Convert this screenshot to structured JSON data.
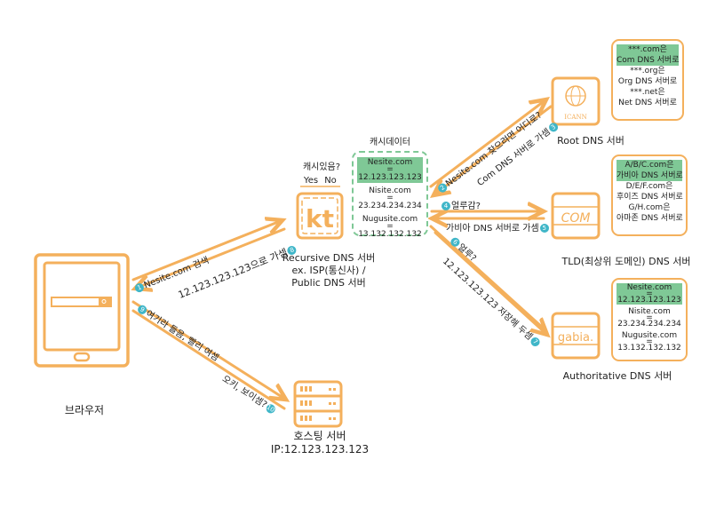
{
  "colors": {
    "accent": "#f4b05c",
    "cache_border": "#7fc896",
    "highlight": "#7fc896",
    "step_badge": "#3fb6c8"
  },
  "nodes": {
    "browser": {
      "label": "브라우저",
      "icon": "tablet-browser-icon"
    },
    "recursive": {
      "label_lines": [
        "Recursive DNS 서버",
        "ex. ISP(통신사) /",
        "Public DNS 서버"
      ],
      "logo": "kt",
      "cache_question": "캐시있음?",
      "yes": "Yes",
      "no": "No"
    },
    "hosting": {
      "label_lines": [
        "호스팅 서버",
        "IP:12.123.123.123"
      ]
    },
    "root": {
      "label": "Root DNS 서버",
      "logo": "ICANN"
    },
    "tld": {
      "label": "TLD(최상위 도메인) DNS 서버",
      "logo": "COM"
    },
    "authoritative": {
      "label": "Authoritative DNS 서버",
      "logo": "gabia."
    }
  },
  "cache": {
    "title": "캐시데이터",
    "entries": [
      {
        "domain": "Nesite.com",
        "eq": "=",
        "ip": "12.123.123.123",
        "highlight": true
      },
      {
        "domain": "Nisite.com",
        "eq": "=",
        "ip": "23.234.234.234",
        "highlight": false
      },
      {
        "domain": "Nugusite.com",
        "eq": "=",
        "ip": "13.132.132.132",
        "highlight": false
      }
    ]
  },
  "bubbles": {
    "root": [
      {
        "text": "***.com은",
        "highlight": true
      },
      {
        "text": "Com DNS 서버로",
        "highlight": true
      },
      {
        "text": "***.org은",
        "highlight": false
      },
      {
        "text": "Org DNS 서버로",
        "highlight": false
      },
      {
        "text": "***.net은",
        "highlight": false
      },
      {
        "text": "Net DNS 서버로",
        "highlight": false
      }
    ],
    "tld": [
      {
        "text": "A/B/C.com은",
        "highlight": true
      },
      {
        "text": "가비아 DNS 서버로",
        "highlight": true
      },
      {
        "text": "D/E/F.com은",
        "highlight": false
      },
      {
        "text": "후이즈 DNS 서버로",
        "highlight": false
      },
      {
        "text": "G/H.com은",
        "highlight": false
      },
      {
        "text": "아마존 DNS 서버로",
        "highlight": false
      }
    ],
    "authoritative": [
      {
        "text": "Nesite.com",
        "highlight": true
      },
      {
        "text": "=",
        "highlight": true
      },
      {
        "text": "12.123.123.123",
        "highlight": true
      },
      {
        "text": "Nisite.com",
        "highlight": false
      },
      {
        "text": "=",
        "highlight": false
      },
      {
        "text": "23.234.234.234",
        "highlight": false
      },
      {
        "text": "Nugusite.com",
        "highlight": false
      },
      {
        "text": "=",
        "highlight": false
      },
      {
        "text": "13.132.132.132",
        "highlight": false
      }
    ]
  },
  "steps": {
    "s1": {
      "num": "1",
      "text": "Nesite.com 검색"
    },
    "s2": {
      "num": "2",
      "text": "Nesite.com 찾으려면 어디로?"
    },
    "s3": {
      "num": "3",
      "text": "Com DNS 서버로 가셈"
    },
    "s4": {
      "num": "4",
      "text": "얼루감?"
    },
    "s5": {
      "num": "5",
      "text": "가비아 DNS 서버로 가셈"
    },
    "s6": {
      "num": "6",
      "text": "얼루?"
    },
    "s7": {
      "num": "7",
      "text": "12.123.123.123 저장해 두셈"
    },
    "s8": {
      "num": "8",
      "text": "12.123.123.123으로 가셈"
    },
    "s9": {
      "num": "9",
      "text": "여기라 들음, 빨리 여셈"
    },
    "s10": {
      "num": "10",
      "text": "오키, 보이셈?"
    }
  }
}
